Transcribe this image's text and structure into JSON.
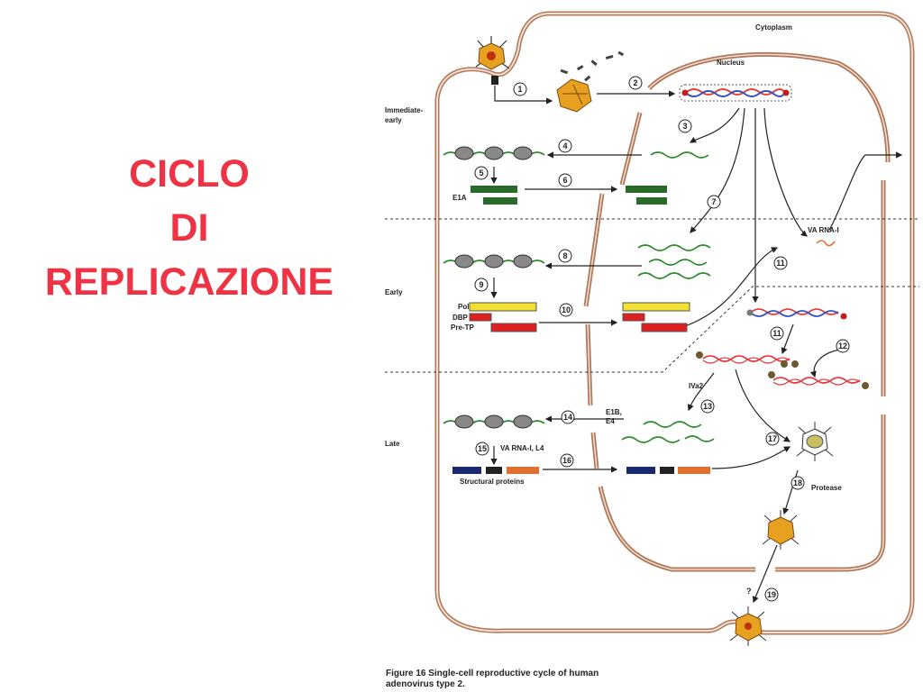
{
  "slide": {
    "title_lines": [
      "CICLO",
      "DI",
      "REPLICAZIONE"
    ],
    "title_color": "#ee3344"
  },
  "figure": {
    "labels": {
      "cytoplasm": "Cytoplasm",
      "nucleus": "Nucleus",
      "immediate_early_1": "Immediate-",
      "immediate_early_2": "early",
      "early": "Early",
      "late": "Late",
      "e1a": "E1A",
      "pol": "Pol",
      "dbp": "DBP",
      "pre_tp": "Pre-TP",
      "va_rna_1": "VA RNA-I",
      "iva2": "IVa2",
      "e1b": "E1B,",
      "e4": "E4",
      "va_rna_l4": "VA RNA-I, L4",
      "structural_proteins": "Structural proteins",
      "protease": "Protease",
      "question": "?"
    },
    "steps": [
      "1",
      "2",
      "3",
      "4",
      "5",
      "6",
      "7",
      "8",
      "9",
      "10",
      "11",
      "11",
      "12",
      "13",
      "14",
      "15",
      "16",
      "17",
      "18",
      "19"
    ],
    "caption_line1": "Figure 16  Single-cell reproductive cycle of human",
    "caption_line2": "adenovirus type 2.",
    "colors": {
      "membrane": "#b07858",
      "membrane_inner": "#e4c8b8",
      "e1a_bar": "#2a6a2a",
      "pol_bar": "#f2e030",
      "red_bar": "#e02020",
      "navy_bar": "#1a2a6a",
      "orange_bar": "#e07030",
      "virion": "#e8a020",
      "dna_red": "#e04040",
      "dna_blue": "#3050c0",
      "mrna": "#2a8a2a"
    }
  }
}
